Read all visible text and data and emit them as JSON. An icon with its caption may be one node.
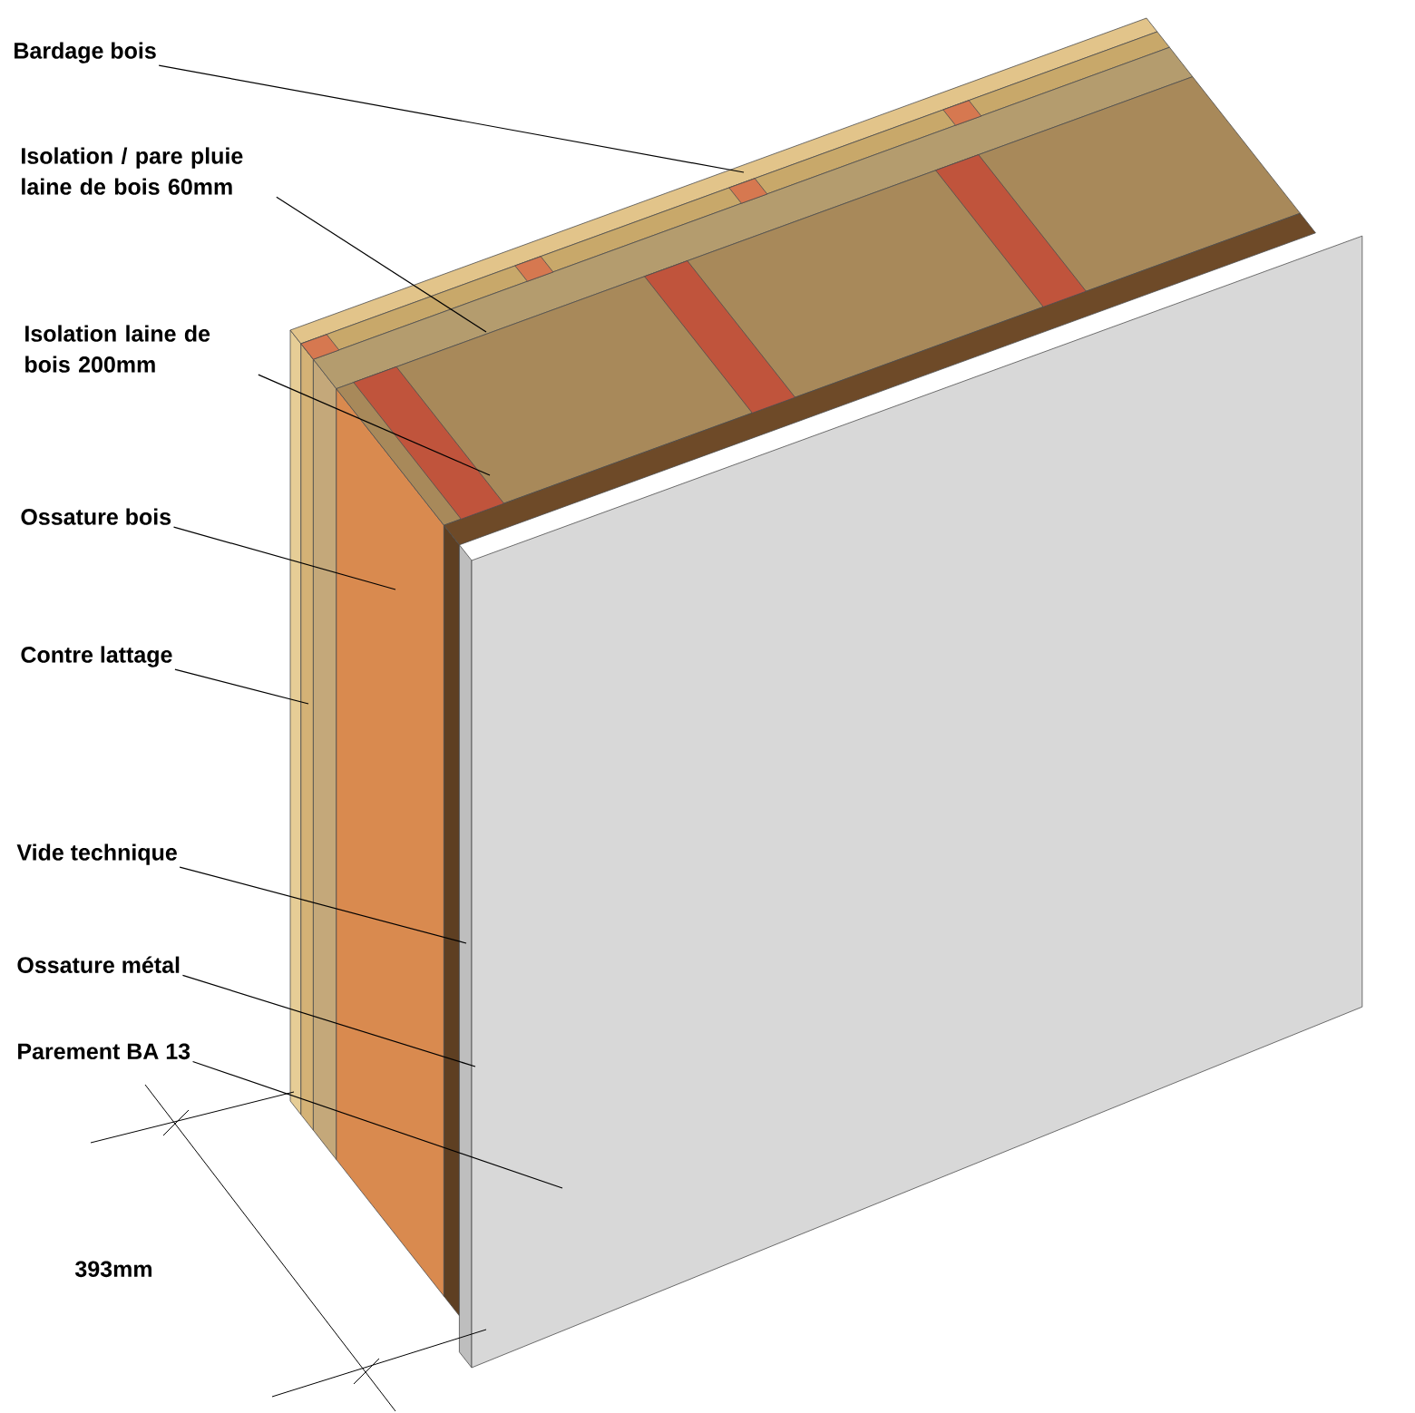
{
  "diagram": {
    "nodes": [
      {
        "text": [
          "Bardage bois"
        ]
      },
      {
        "text": [
          "Isolation / pare pluie laine de bois 60mm"
        ]
      },
      {
        "text": [
          "Isolation laine de bois 200mm"
        ]
      },
      {
        "text": [
          "Ossature bois"
        ]
      },
      {
        "text": [
          "Contre lattage"
        ]
      },
      {
        "text": [
          "Vide technique"
        ]
      },
      {
        "text": [
          "Ossature métal"
        ]
      },
      {
        "text": [
          "Parement BA 13"
        ]
      }
    ],
    "edges": [
      {
        "from": 0,
        "to": null,
        "arrow": "none"
      },
      {
        "from": 1,
        "to": null,
        "arrow": "none"
      },
      {
        "from": 2,
        "to": null,
        "arrow": "none"
      },
      {
        "from": 3,
        "to": null,
        "arrow": "none"
      },
      {
        "from": 4,
        "to": null,
        "arrow": "none"
      },
      {
        "from": 5,
        "to": null,
        "arrow": "none"
      },
      {
        "from": 6,
        "to": null,
        "arrow": "none"
      },
      {
        "from": 7,
        "to": null,
        "arrow": "none"
      }
    ],
    "labels": [
      "393mm"
    ]
  }
}
